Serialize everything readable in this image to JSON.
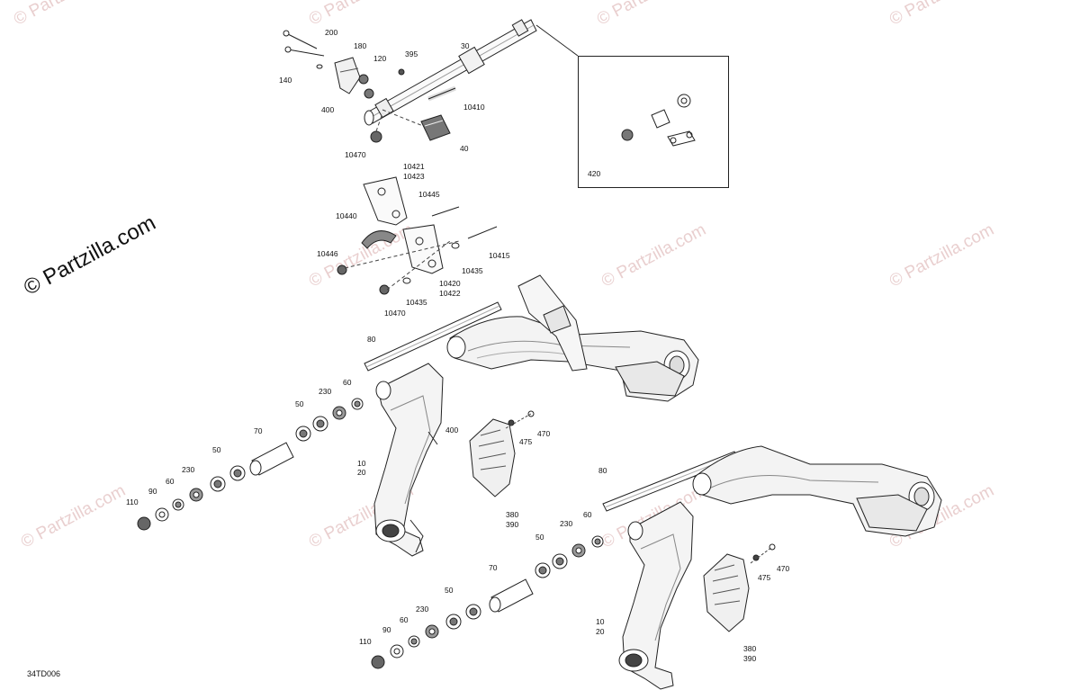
{
  "watermark": {
    "brand": "© Partzilla.com"
  },
  "diagram_code": "34TD006",
  "labels": {
    "p200": "200",
    "p180": "180",
    "p120": "120",
    "p140": "140",
    "p395": "395",
    "p30": "30",
    "p400a": "400",
    "p10410": "10410",
    "p40": "40",
    "p10470a": "10470",
    "p10421": "10421",
    "p10423": "10423",
    "p10445": "10445",
    "p10440": "10440",
    "p10415": "10415",
    "p10446": "10446",
    "p10435a": "10435",
    "p10420": "10420",
    "p10422": "10422",
    "p10435b": "10435",
    "p10470b": "10470",
    "p80a": "80",
    "p60a": "60",
    "p230a": "230",
    "p50a": "50",
    "p400b": "400",
    "p470a": "470",
    "p475a": "475",
    "p10a": "10",
    "p20a": "20",
    "p70a": "70",
    "p50b": "50",
    "p230b": "230",
    "p60b": "60",
    "p90a": "90",
    "p110a": "110",
    "p380a": "380",
    "p390a": "390",
    "p80b": "80",
    "p230c": "230",
    "p60c": "60",
    "p50c": "50",
    "p70b": "70",
    "p50d": "50",
    "p230d": "230",
    "p60d": "60",
    "p90b": "90",
    "p110b": "110",
    "p10b": "10",
    "p20b": "20",
    "p470b": "470",
    "p475b": "475",
    "p380b": "380",
    "p390b": "390",
    "p420": "420"
  }
}
